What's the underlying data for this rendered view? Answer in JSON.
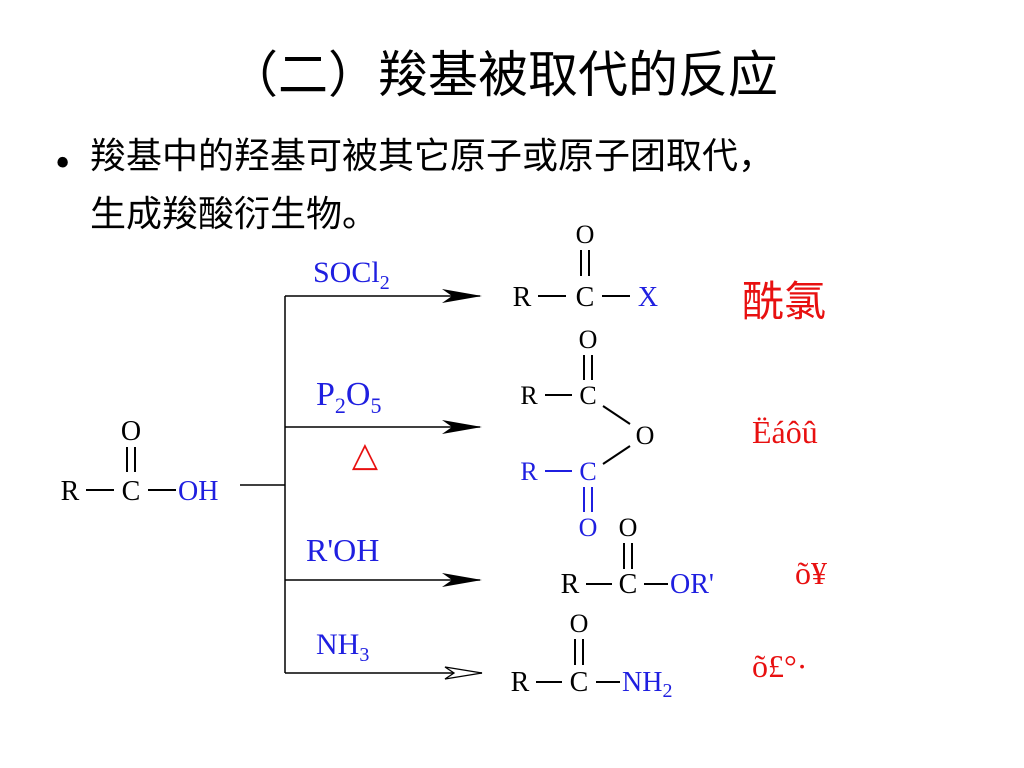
{
  "slide": {
    "title": "（二）羧基被取代的反应",
    "bullet_marker": "•",
    "bullet_line1": "羧基中的羟基可被其它原子或原子团取代，",
    "bullet_line2": "生成羧酸衍生物。"
  },
  "reactant": {
    "O": "O",
    "R": "R",
    "C": "C",
    "OH": "OH"
  },
  "reagents": {
    "socl2": {
      "main": "SOCl",
      "sub": "2"
    },
    "p2o5": {
      "a": "P",
      "sub1": "2",
      "b": "O",
      "sub2": "5",
      "heat": "△"
    },
    "roh": "R'OH",
    "nh3": {
      "main": "NH",
      "sub": "3"
    }
  },
  "products": {
    "acyl_chloride": {
      "O": "O",
      "R": "R",
      "C": "C",
      "X": "X",
      "name": "酰氯"
    },
    "anhydride": {
      "O_top": "O",
      "R1": "R",
      "C1": "C",
      "O_bridge": "O",
      "R2": "R",
      "C2": "C",
      "O_bottom": "O",
      "name": "Ëáôû"
    },
    "ester": {
      "O": "O",
      "R": "R",
      "C": "C",
      "OR": "OR'",
      "name": "õ¥"
    },
    "amide": {
      "O": "O",
      "R": "R",
      "C": "C",
      "N": "NH",
      "N_sub": "2",
      "name": "õ£°·"
    }
  },
  "colors": {
    "black": "#000000",
    "blue": "#1f1fe0",
    "red": "#e81010"
  }
}
